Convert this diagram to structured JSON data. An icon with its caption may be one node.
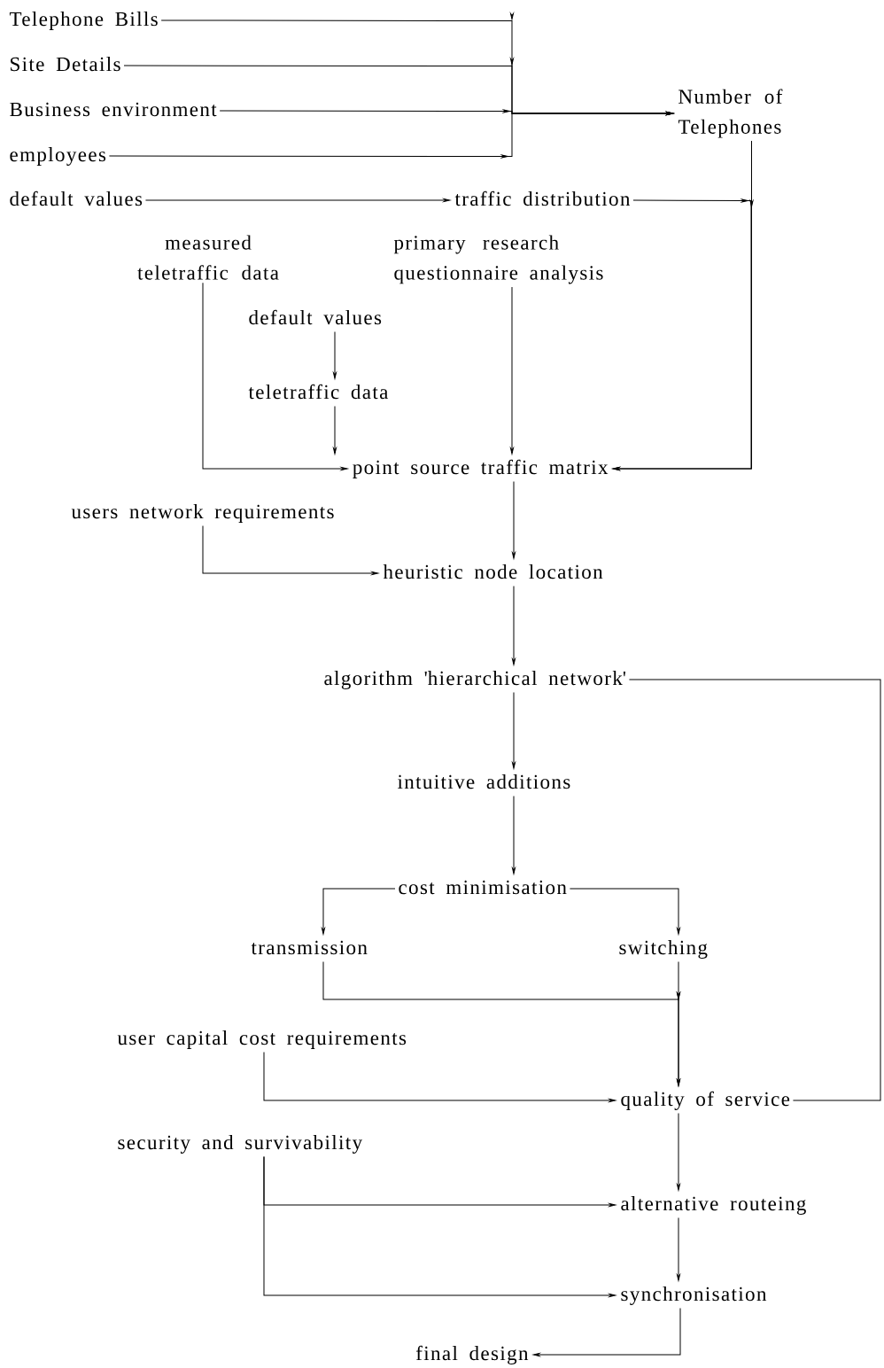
{
  "diagram": {
    "nodes": [
      {
        "text": [
          "Telephone Bills"
        ]
      },
      {
        "text": [
          "Site Details"
        ]
      },
      {
        "text": [
          "Business environment"
        ]
      },
      {
        "text": [
          "employees"
        ]
      },
      {
        "text": [
          "default values"
        ]
      },
      {
        "text": [
          "Number of Telephones"
        ]
      },
      {
        "text": [
          "traffic distribution"
        ]
      },
      {
        "text": [
          "measured teletraffic data"
        ]
      },
      {
        "text": [
          "primary research questionnaire analysis"
        ]
      },
      {
        "text": [
          "default values"
        ]
      },
      {
        "text": [
          "teletraffic data"
        ]
      },
      {
        "text": [
          "point source traffic matrix"
        ]
      },
      {
        "text": [
          "users network requirements"
        ]
      },
      {
        "text": [
          "heuristic node location"
        ]
      },
      {
        "text": [
          "algorithm 'hierarchical network'"
        ]
      },
      {
        "text": [
          "intuitive additions"
        ]
      },
      {
        "text": [
          "cost minimisation"
        ]
      },
      {
        "text": [
          "transmission"
        ]
      },
      {
        "text": [
          "switching"
        ]
      },
      {
        "text": [
          "user capital cost requirements"
        ]
      },
      {
        "text": [
          "quality of service"
        ]
      },
      {
        "text": [
          "security and survivability"
        ]
      },
      {
        "text": [
          "alternative routeing"
        ]
      },
      {
        "text": [
          "synchronisation"
        ]
      },
      {
        "text": [
          "final design"
        ]
      }
    ],
    "edges": [
      {
        "from": 0,
        "to": 5,
        "arrow": "to"
      },
      {
        "from": 1,
        "to": 5,
        "arrow": "to"
      },
      {
        "from": 2,
        "to": 5,
        "arrow": "to"
      },
      {
        "from": 3,
        "to": 5,
        "arrow": "to"
      },
      {
        "from": 4,
        "to": 6,
        "arrow": "to"
      },
      {
        "from": 5,
        "to": 11,
        "arrow": "to"
      },
      {
        "from": 6,
        "to": 11,
        "arrow": "to"
      },
      {
        "from": 7,
        "to": 11,
        "arrow": "to"
      },
      {
        "from": 8,
        "to": 11,
        "arrow": "to"
      },
      {
        "from": 9,
        "to": 10,
        "arrow": "to"
      },
      {
        "from": 10,
        "to": 11,
        "arrow": "to"
      },
      {
        "from": 11,
        "to": 13,
        "arrow": "to"
      },
      {
        "from": 12,
        "to": 13,
        "arrow": "to"
      },
      {
        "from": 13,
        "to": 14,
        "arrow": "to"
      },
      {
        "from": 14,
        "to": 15,
        "arrow": "to"
      },
      {
        "from": 15,
        "to": 16,
        "arrow": "to"
      },
      {
        "from": 16,
        "to": 17,
        "arrow": "to"
      },
      {
        "from": 16,
        "to": 18,
        "arrow": "to"
      },
      {
        "from": 17,
        "to": 20,
        "arrow": "to"
      },
      {
        "from": 18,
        "to": 20,
        "arrow": "to"
      },
      {
        "from": 19,
        "to": 20,
        "arrow": "to"
      },
      {
        "from": 20,
        "to": 22,
        "arrow": "to"
      },
      {
        "from": 21,
        "to": 22,
        "arrow": "to"
      },
      {
        "from": 21,
        "to": 23,
        "arrow": "to"
      },
      {
        "from": 22,
        "to": 23,
        "arrow": "to"
      },
      {
        "from": 23,
        "to": 24,
        "arrow": "to"
      },
      {
        "from": 14,
        "to": 20,
        "arrow": "none"
      }
    ]
  }
}
